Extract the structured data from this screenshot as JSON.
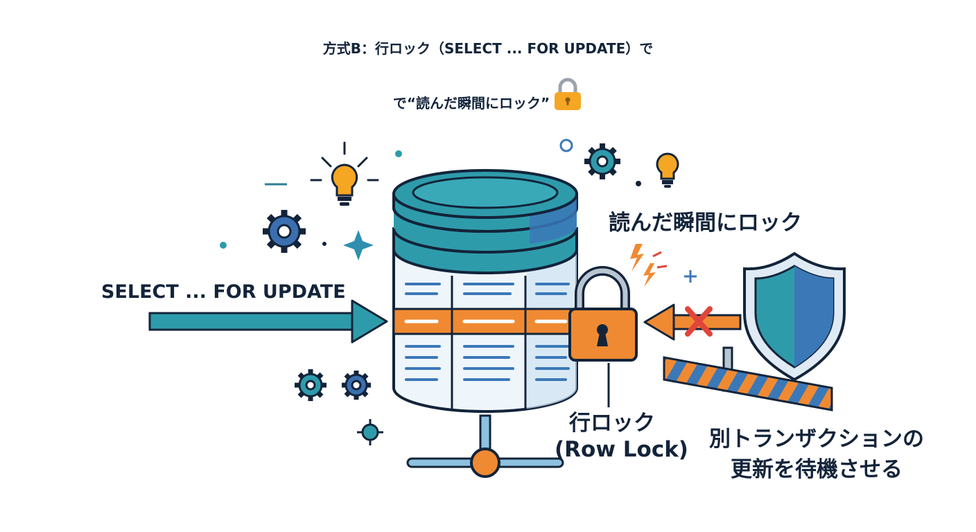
{
  "title": {
    "line1": "方式B：行ロック（SELECT ... FOR UPDATE）で",
    "line2": "で“読んだ瞬間にロック”"
  },
  "labels": {
    "select_for_update": "SELECT ... FOR UPDATE",
    "lock_on_read": "読んだ瞬間にロック",
    "row_lock_ja": "行ロック",
    "row_lock_en": "(Row Lock)",
    "wait_line1": "別トランザクションの",
    "wait_line2": "更新を待機させる"
  },
  "colors": {
    "navy": "#13243a",
    "teal": "#2e9bab",
    "blue": "#3b78b8",
    "orange": "#f08a32",
    "red": "#e0453a",
    "light_blue": "#8cc2e0",
    "bulb": "#f5a623"
  },
  "icons": [
    "lock-emoji-icon",
    "database-icon",
    "padlock-icon",
    "shield-icon",
    "gear-icon",
    "lightbulb-icon",
    "sparkle-icon",
    "blocked-arrow-icon",
    "barrier-icon",
    "network-node-icon"
  ]
}
